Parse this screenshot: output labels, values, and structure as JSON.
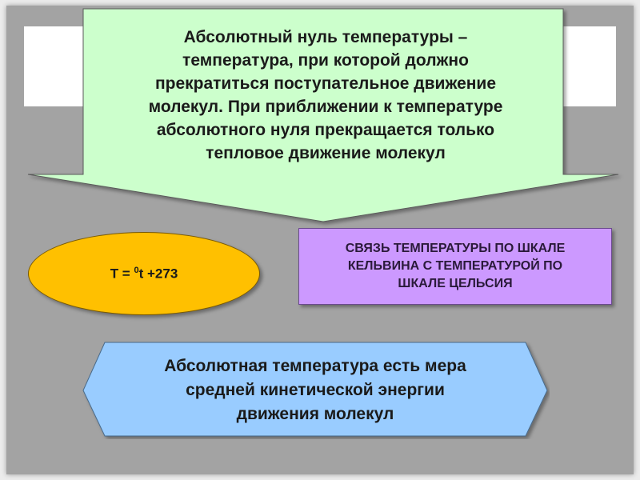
{
  "slide": {
    "callout": {
      "text": "Абсолютный нуль температуры –\nтемпература, при которой должно\nпрекратиться поступательное движение\nмолекул. При приближении к температуре\nабсолютного нуля прекращается только\nтепловое движение молекул",
      "fill": "#ccffcc",
      "stroke": "#5a5a5a"
    },
    "formula": {
      "prefix": "T = ",
      "superscript": "0",
      "suffix": "t +273",
      "fill": "#ffc000"
    },
    "relation_box": {
      "text": "СВЯЗЬ ТЕМПЕРАТУРЫ ПО ШКАЛЕ\nКЕЛЬВИНА С ТЕМПЕРАТУРОЙ ПО\nШКАЛЕ ЦЕЛЬСИЯ",
      "fill": "#cc99ff"
    },
    "definition_box": {
      "text": "Абсолютная температура есть мера\nсредней кинетической энергии\nдвижения молекул",
      "fill": "#99ccff"
    }
  }
}
